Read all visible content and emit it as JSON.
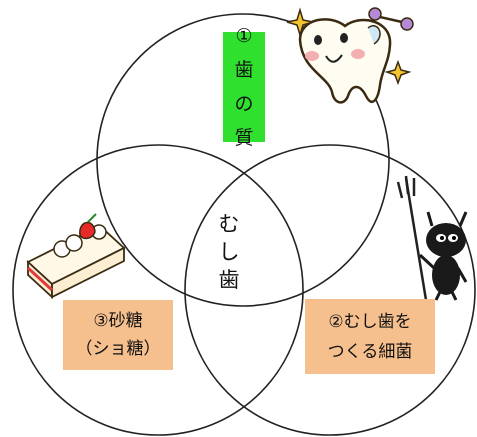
{
  "circles": {
    "top": {
      "label_lines": [
        "①",
        "歯",
        "の",
        "質"
      ],
      "label_bg": "#2fe02f"
    },
    "left": {
      "label_lines": [
        "③砂糖",
        "（ショ糖）"
      ],
      "label_bg": "#f6c08e"
    },
    "right": {
      "label_lines": [
        "②むし歯を",
        "つくる細菌"
      ],
      "label_bg": "#f6c08e"
    }
  },
  "center": {
    "label_lines": [
      "む",
      "し",
      "歯"
    ]
  },
  "colors": {
    "stroke": "#222222",
    "text": "#111111"
  },
  "illustrations": {
    "top": "tooth-character-icon",
    "left": "shortcake-icon",
    "right": "bacteria-devil-icon"
  }
}
